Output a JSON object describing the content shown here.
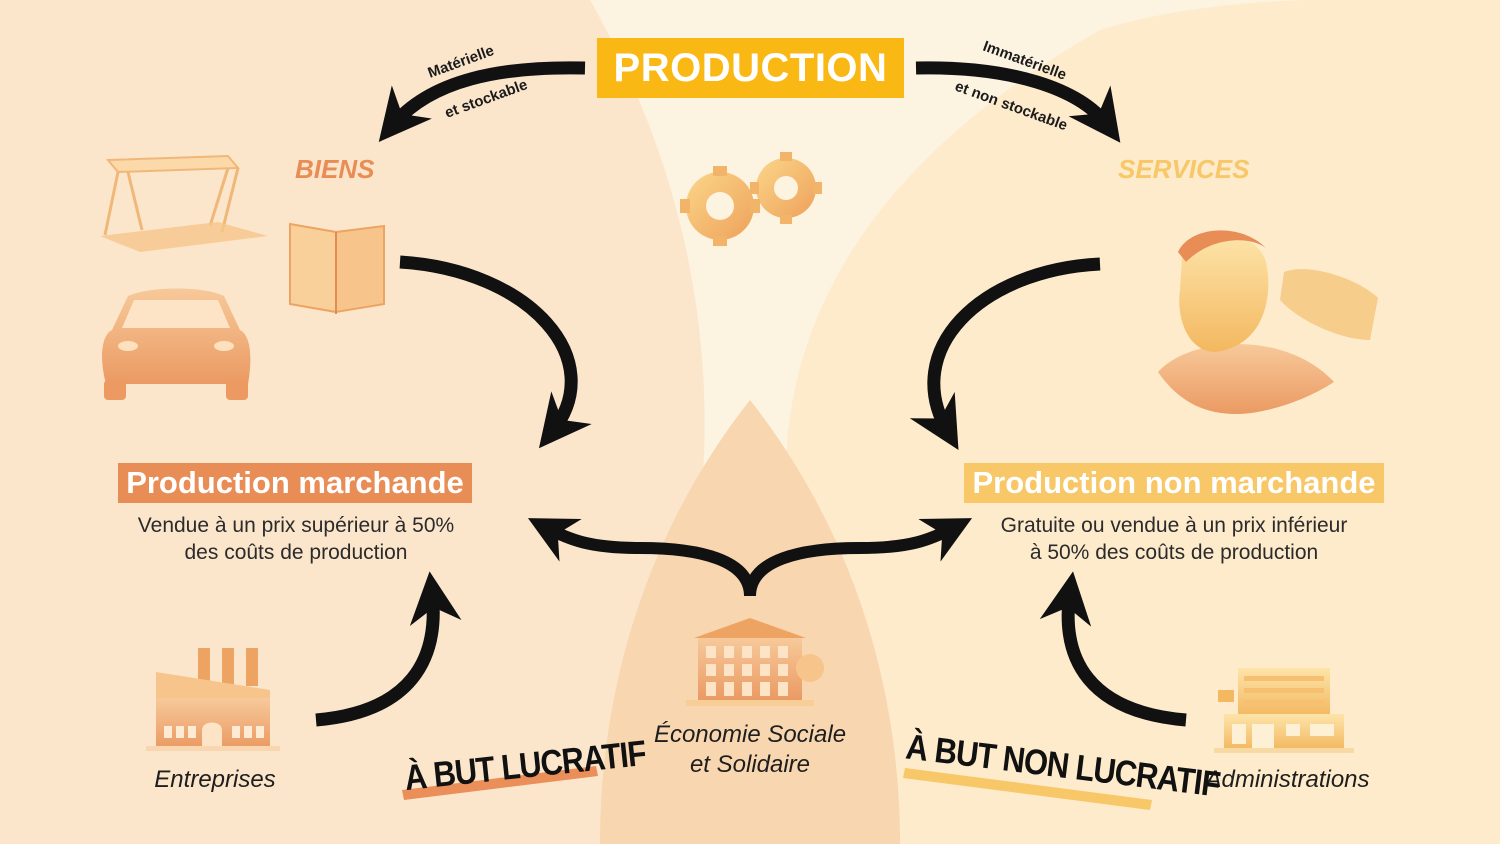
{
  "title": "PRODUCTION",
  "left_branch": {
    "line1": "Matérielle",
    "line2": "et stockable"
  },
  "right_branch": {
    "line1": "Immatérielle",
    "line2": "et non stockable"
  },
  "categories": {
    "biens": "BIENS",
    "services": "SERVICES"
  },
  "production_marchande": {
    "title": "Production marchande",
    "desc_line1": "Vendue à un prix supérieur à 50%",
    "desc_line2": "des coûts de production"
  },
  "production_non_marchande": {
    "title": "Production non marchande",
    "desc_line1": "Gratuite ou vendue à un prix inférieur",
    "desc_line2": "à 50% des coûts de production"
  },
  "actors": {
    "entreprises": "Entreprises",
    "ess_line1": "Économie Sociale",
    "ess_line2": "et Solidaire",
    "administrations": "Administrations"
  },
  "tags": {
    "but_lucratif": "À BUT LUCRATIF",
    "but_non_lucratif": "À BUT NON LUCRATIF"
  },
  "colors": {
    "background": "#fdf3e1",
    "title_box": "#f9b814",
    "marchande": "#e98d57",
    "non_marchande": "#f7c768",
    "lucratif_stroke": "#eb8f5a",
    "non_lucratif_stroke": "#f7c768"
  },
  "icons": [
    "table-icon",
    "book-icon",
    "car-icon",
    "gears-icon",
    "barber-icon",
    "factory-icon",
    "building-icon",
    "office-icon"
  ]
}
